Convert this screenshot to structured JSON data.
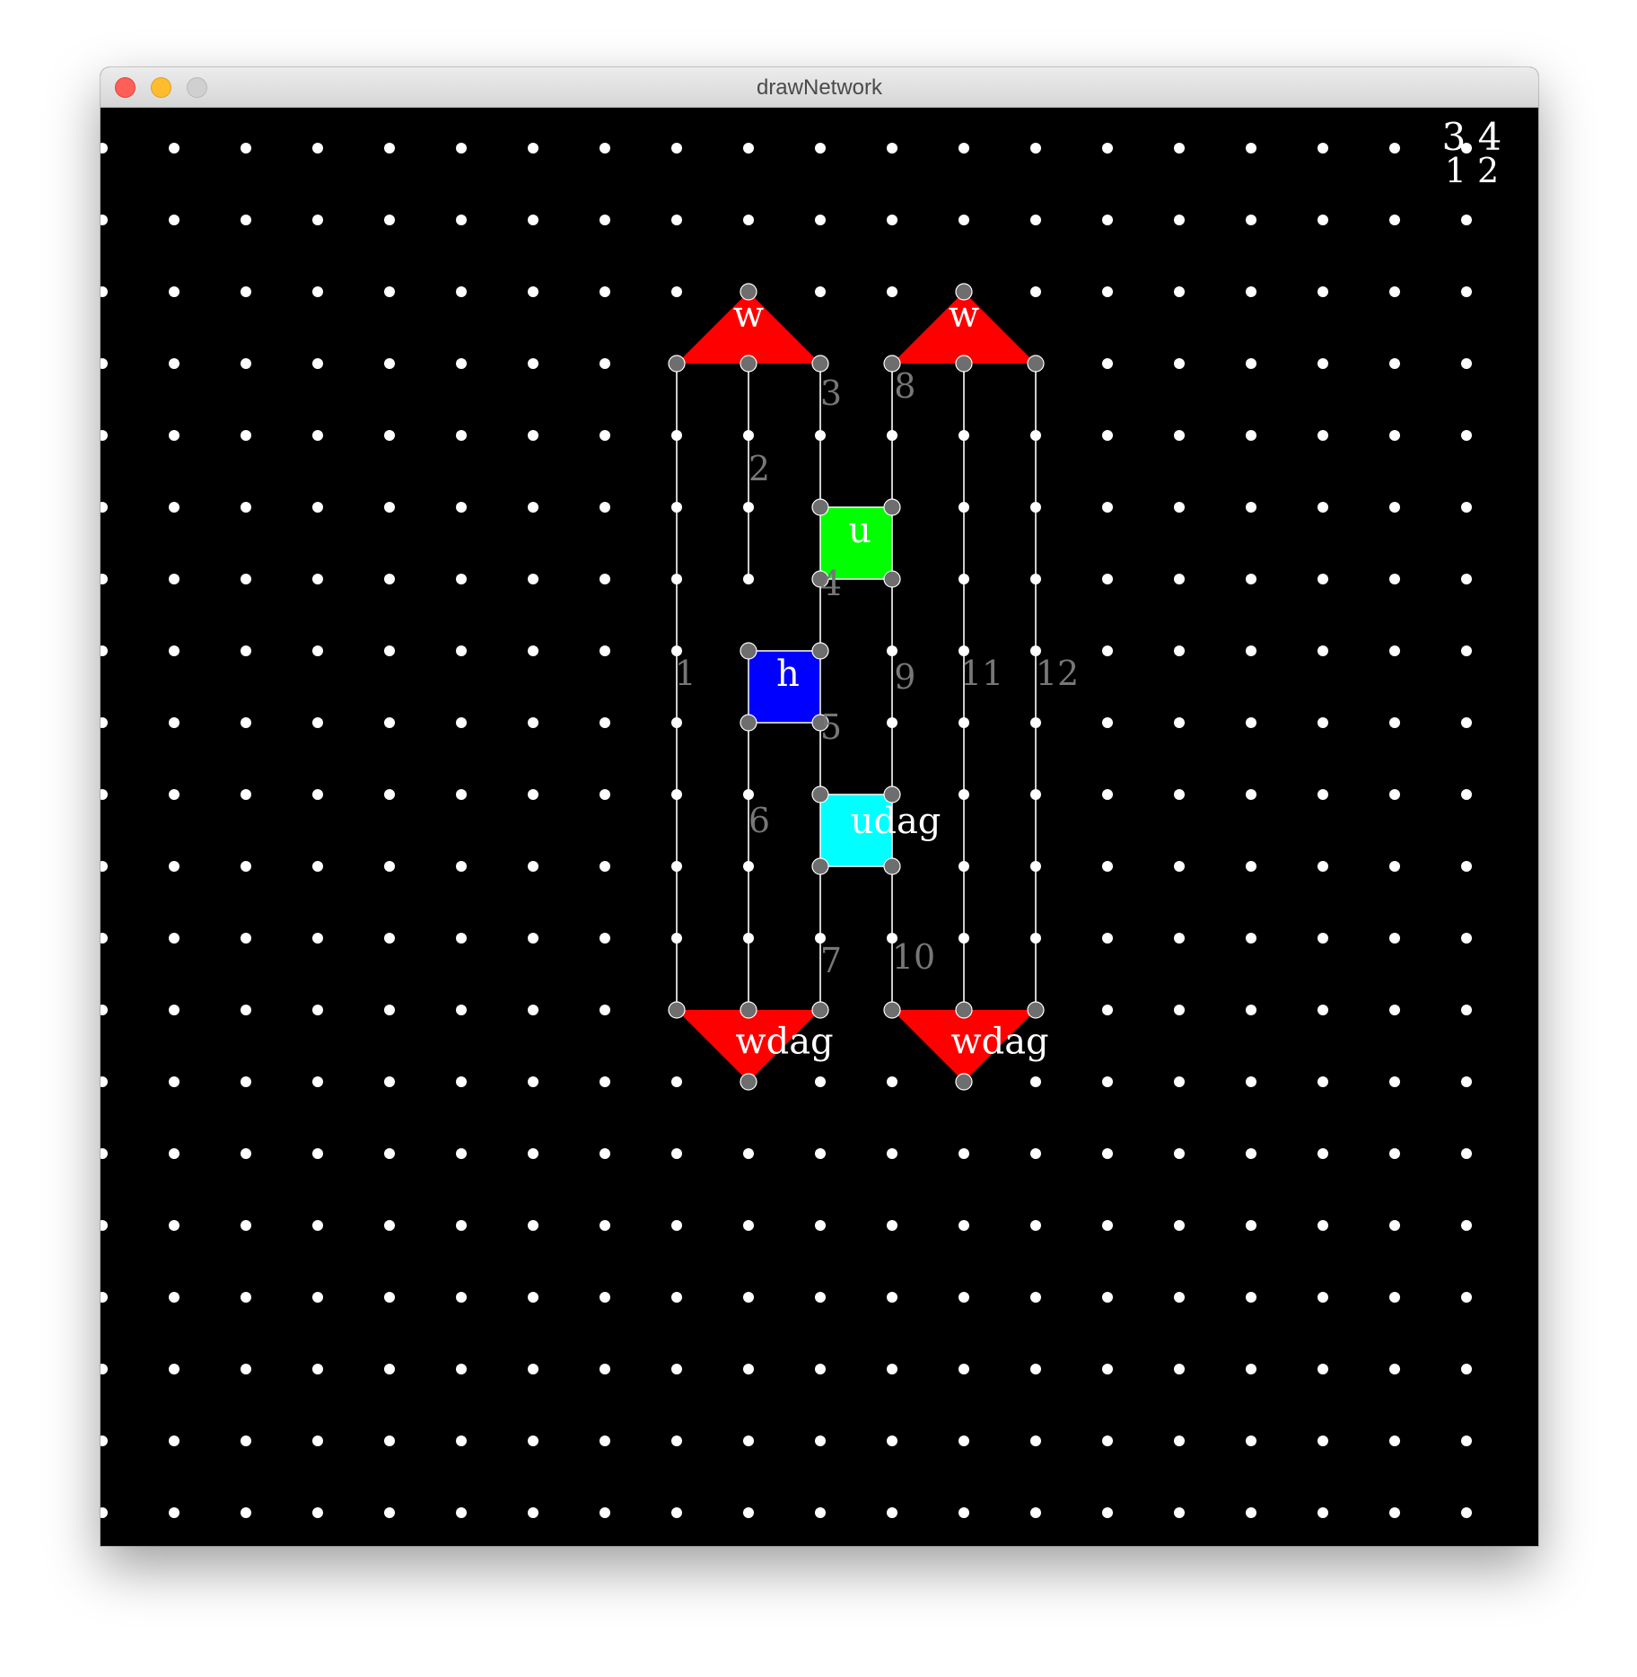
{
  "window": {
    "title": "drawNetwork",
    "buttons": [
      "close",
      "minimize",
      "zoom"
    ]
  },
  "canvas": {
    "background": "#000000",
    "grid_dot_color": "#ffffff",
    "wire_color": "#ffffff",
    "port_color": "#6e6e6e",
    "wire_label_color": "#777777"
  },
  "legend": {
    "top": "3 4",
    "bottom": "1 2"
  },
  "tensors": [
    {
      "label": "w",
      "shape": "triangle-up",
      "color": "#ff0000"
    },
    {
      "label": "w",
      "shape": "triangle-up",
      "color": "#ff0000"
    },
    {
      "label": "u",
      "shape": "square",
      "color": "#00ff00"
    },
    {
      "label": "h",
      "shape": "square",
      "color": "#0000ff"
    },
    {
      "label": "udag",
      "shape": "square",
      "color": "#00ffff"
    },
    {
      "label": "wdag",
      "shape": "triangle-down",
      "color": "#ff0000"
    },
    {
      "label": "wdag",
      "shape": "triangle-down",
      "color": "#ff0000"
    }
  ],
  "wire_labels": [
    "1",
    "2",
    "3",
    "4",
    "5",
    "6",
    "7",
    "8",
    "9",
    "10",
    "11",
    "12"
  ]
}
